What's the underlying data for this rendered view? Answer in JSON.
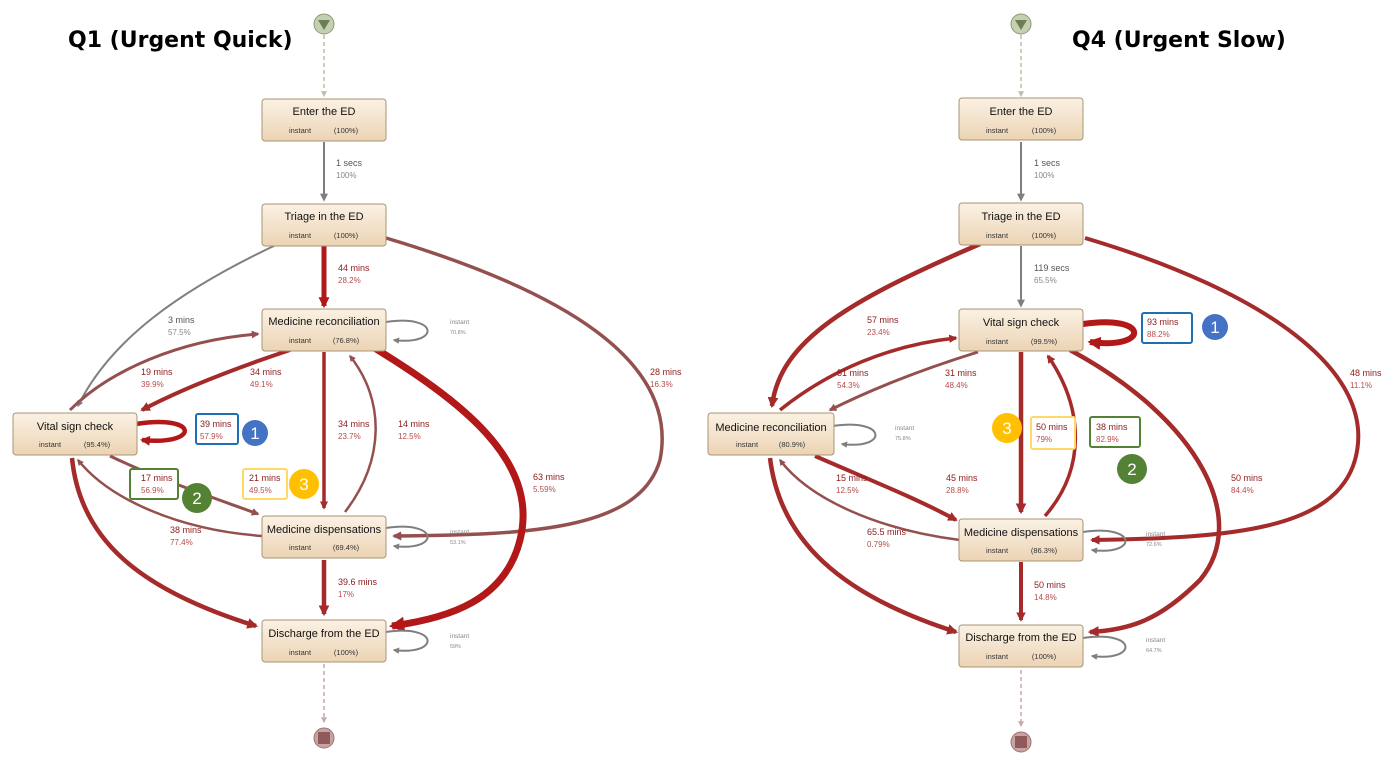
{
  "titles": {
    "q1": "Q1 (Urgent Quick)",
    "q4": "Q4 (Urgent Slow)"
  },
  "colors": {
    "gray_edge": "#7f7f7f",
    "red_edge": "#a52a2a",
    "dark_red_edge": "#b31818",
    "mid_edge": "#94504f",
    "node_top": "#fbf1e4",
    "node_bottom": "#efd9bb",
    "box_blue": "#1f6fb2",
    "box_green": "#548235",
    "box_yellow": "#ffd966",
    "badge_blue": "#4472c4",
    "badge_green": "#548235",
    "badge_yellow": "#ffc000",
    "start_fill": "#c4d0b0",
    "end_fill": "#c9a3a3"
  },
  "icons": {
    "start": "start-triangle-icon",
    "end": "end-square-icon"
  },
  "q1": {
    "nodes": {
      "enter": {
        "name": "Enter the ED",
        "time": "instant",
        "pct": "(100%)"
      },
      "triage": {
        "name": "Triage in the ED",
        "time": "instant",
        "pct": "(100%)"
      },
      "medrec": {
        "name": "Medicine reconciliation",
        "time": "instant",
        "pct": "(76.8%)"
      },
      "vital": {
        "name": "Vital sign check",
        "time": "instant",
        "pct": "(95.4%)"
      },
      "disp": {
        "name": "Medicine dispensations",
        "time": "instant",
        "pct": "(69.4%)"
      },
      "discharge": {
        "name": "Discharge from the ED",
        "time": "instant",
        "pct": "(100%)"
      }
    },
    "edges": {
      "enter_triage": {
        "time": "1 secs",
        "pct": "100%"
      },
      "triage_medrec": {
        "time": "44 mins",
        "pct": "28.2%"
      },
      "triage_vital": {
        "time": "3 mins",
        "pct": "57.5%"
      },
      "vital_medrec": {
        "time": "19 mins",
        "pct": "39.9%"
      },
      "medrec_vital": {
        "time": "34 mins",
        "pct": "49.1%"
      },
      "medrec_disp": {
        "time": "34 mins",
        "pct": "23.7%"
      },
      "disp_medrec": {
        "time": "14 mins",
        "pct": "12.5%"
      },
      "triage_disp": {
        "time": "28 mins",
        "pct": "16.3%"
      },
      "medrec_discharge": {
        "time": "63 mins",
        "pct": "5.59%"
      },
      "disp_vital": {
        "time": "38 mins",
        "pct": "77.4%"
      },
      "disp_discharge": {
        "time": "39.6 mins",
        "pct": "17%"
      }
    },
    "loops": {
      "medrec": {
        "time": "instant",
        "pct": "70.8%"
      },
      "disp": {
        "time": "instant",
        "pct": "53.1%"
      },
      "discharge": {
        "time": "instant",
        "pct": "59%"
      }
    },
    "boxed": {
      "vital_self": {
        "time": "39 mins",
        "pct": "57.9%"
      },
      "vital_disp": {
        "time": "17 mins",
        "pct": "56.9%"
      },
      "medrec_disp2": {
        "time": "21 mins",
        "pct": "49.5%"
      }
    },
    "badges": {
      "one": "1",
      "two": "2",
      "three": "3"
    }
  },
  "q4": {
    "nodes": {
      "enter": {
        "name": "Enter the ED",
        "time": "instant",
        "pct": "(100%)"
      },
      "triage": {
        "name": "Triage in the ED",
        "time": "instant",
        "pct": "(100%)"
      },
      "vital": {
        "name": "Vital sign check",
        "time": "instant",
        "pct": "(99.5%)"
      },
      "medrec": {
        "name": "Medicine reconciliation",
        "time": "instant",
        "pct": "(80.9%)"
      },
      "disp": {
        "name": "Medicine dispensations",
        "time": "instant",
        "pct": "(86.3%)"
      },
      "discharge": {
        "name": "Discharge from the ED",
        "time": "instant",
        "pct": "(100%)"
      }
    },
    "edges": {
      "enter_triage": {
        "time": "1 secs",
        "pct": "100%"
      },
      "triage_vital": {
        "time": "119 secs",
        "pct": "65.5%"
      },
      "triage_medrec": {
        "time": "57 mins",
        "pct": "23.4%"
      },
      "medrec_vital": {
        "time": "51 mins",
        "pct": "54.3%"
      },
      "vital_medrec": {
        "time": "31 mins",
        "pct": "48.4%"
      },
      "triage_disp": {
        "time": "48 mins",
        "pct": "11.1%"
      },
      "disp_medrec": {
        "time": "15 mins",
        "pct": "12.5%"
      },
      "medrec_disp": {
        "time": "45 mins",
        "pct": "28.8%"
      },
      "medrec_discharge": {
        "time": "65.5 mins",
        "pct": "0.79%"
      },
      "vital_discharge": {
        "time": "50 mins",
        "pct": "84.4%"
      },
      "disp_discharge": {
        "time": "50 mins",
        "pct": "14.8%"
      }
    },
    "loops": {
      "medrec": {
        "time": "instant",
        "pct": "75.8%"
      },
      "disp": {
        "time": "instant",
        "pct": "72.6%"
      },
      "discharge": {
        "time": "instant",
        "pct": "64.7%"
      }
    },
    "boxed": {
      "vital_self": {
        "time": "93 mins",
        "pct": "88.2%"
      },
      "vital_disp": {
        "time": "50 mins",
        "pct": "79%"
      },
      "disp_vital": {
        "time": "38 mins",
        "pct": "82.9%"
      }
    },
    "badges": {
      "one": "1",
      "two": "2",
      "three": "3"
    }
  }
}
